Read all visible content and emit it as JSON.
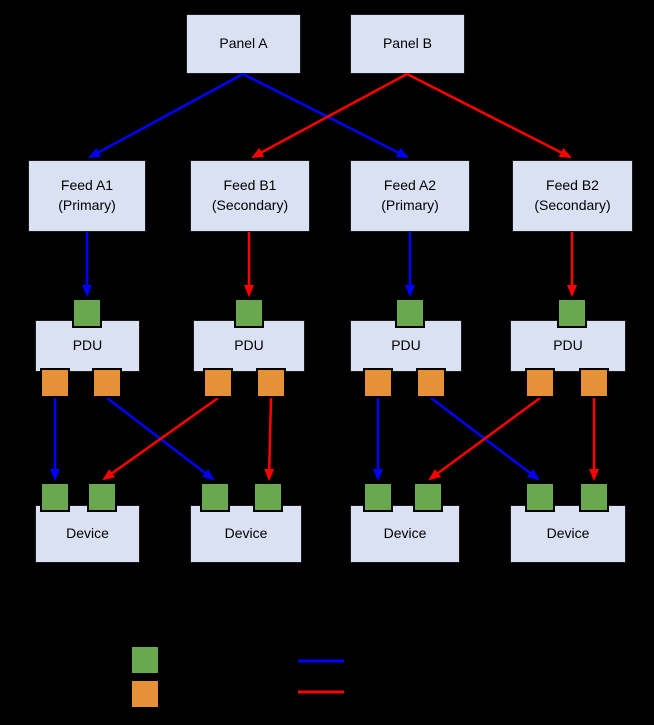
{
  "colors": {
    "background": "#000000",
    "box_fill": "#dae1f3",
    "input_square": "#6aa84f",
    "output_square": "#e69138",
    "primary_path": "#0000ff",
    "secondary_path": "#ff0000",
    "label_text": "#000000"
  },
  "panels": [
    {
      "label": "Panel A"
    },
    {
      "label": "Panel B"
    }
  ],
  "feeds": [
    {
      "line1": "Feed A1",
      "line2": "(Primary)"
    },
    {
      "line1": "Feed B1",
      "line2": "(Secondary)"
    },
    {
      "line1": "Feed A2",
      "line2": "(Primary)"
    },
    {
      "line1": "Feed B2",
      "line2": "(Secondary)"
    }
  ],
  "pdus": [
    {
      "label": "PDU"
    },
    {
      "label": "PDU"
    },
    {
      "label": "PDU"
    },
    {
      "label": "PDU"
    }
  ],
  "devices": [
    {
      "label": "Device"
    },
    {
      "label": "Device"
    },
    {
      "label": "Device"
    },
    {
      "label": "Device"
    }
  ],
  "legend": {
    "input_swatch": "green-square",
    "output_swatch": "orange-square",
    "primary_line": "blue-line",
    "secondary_line": "red-line"
  }
}
